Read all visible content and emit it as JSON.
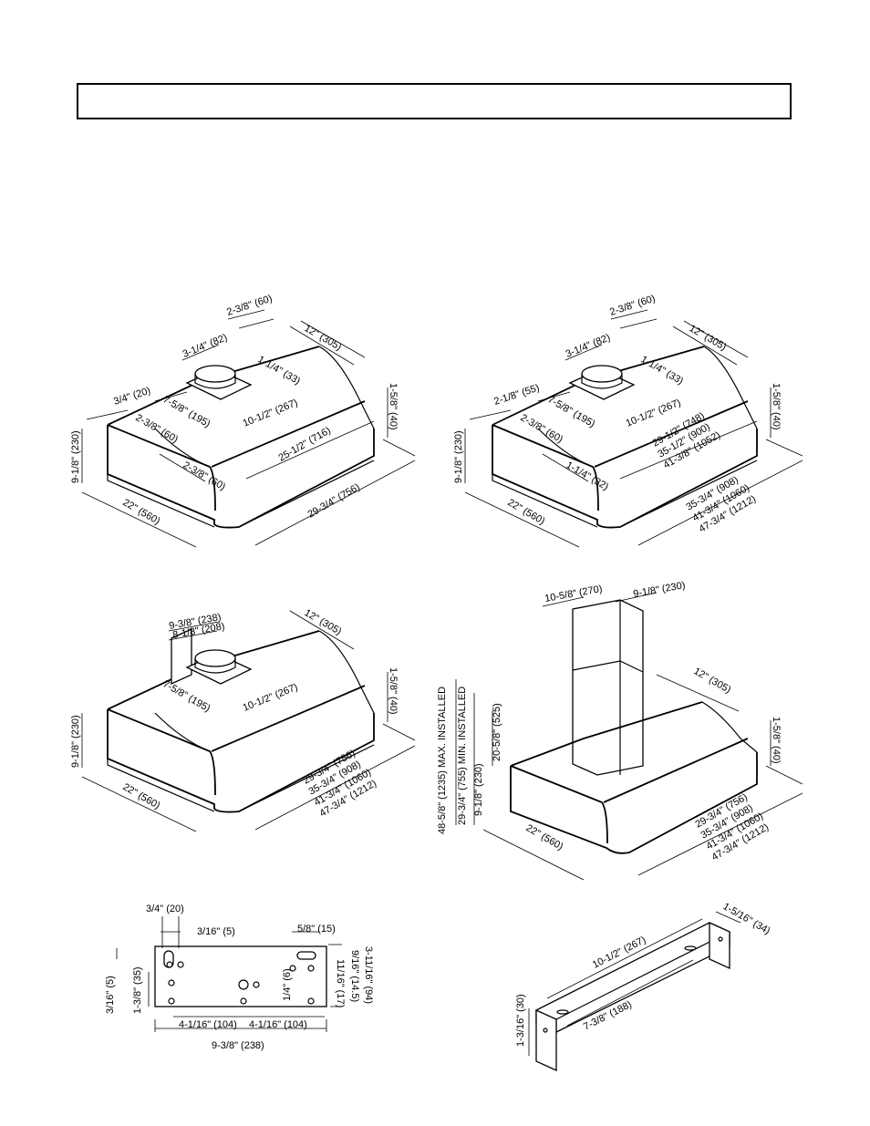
{
  "header": {
    "text": ""
  },
  "hood1": {
    "d1": "2-3/8\" (60)",
    "d2": "12\" (305)",
    "d3": "3-1/4\" (82)",
    "d4": "1-1/4\" (33)",
    "d5": "3/4\" (20)",
    "d6": "7-5/8\" (195)",
    "d7": "2-3/8\" (60)",
    "d8": "10-1/2\" (267)",
    "d9": "25-1/2\" (716)",
    "d10": "2-3/8\" (60)",
    "d11": "1-5/8\" (40)",
    "d12": "9-1/8\" (230)",
    "d13": "22\" (560)",
    "d14": "29-3/4\" (756)"
  },
  "hood2": {
    "d1": "2-3/8\" (60)",
    "d2": "12\" (305)",
    "d3": "3-1/4\" (82)",
    "d4": "1-1/4\" (33)",
    "d5": "2-1/8\" (55)",
    "d6": "7-5/8\" (195)",
    "d7": "2-3/8\" (60)",
    "d8": "10-1/2\" (267)",
    "d9a": "29-1/2\" (748)",
    "d9b": "35-1/2\" (900)",
    "d9c": "41-3/8\" (1052)",
    "d10": "1-1/4\" (32)",
    "d11": "1-5/8\" (40)",
    "d12": "9-1/8\" (230)",
    "d13": "22\" (560)",
    "d14a": "35-3/4\" (908)",
    "d14b": "41-3/4\" (1060)",
    "d14c": "47-3/4\" (1212)"
  },
  "hood3": {
    "d1": "9-3/8\" (238)",
    "d2": "8-1/8\" (208)",
    "d3": "12\" (305)",
    "d4": "7-5/8\" (195)",
    "d5": "10-1/2\" (267)",
    "d6": "1-5/8\" (40)",
    "d7": "9-1/8\" (230)",
    "d8": "22\" (560)",
    "d9a": "29-3/4\" (756)",
    "d9b": "35-3/4\" (908)",
    "d9c": "41-3/4\" (1060)",
    "d9d": "47-3/4\" (1212)"
  },
  "hood4": {
    "d1": "10-5/8\" (270)",
    "d2": "9-1/8\" (230)",
    "d3": "12\" (305)",
    "d4": "1-5/8\" (40)",
    "d5": "48-5/8\" (1235) MAX. INSTALLED",
    "d6": "29-3/4\" (755) MIN. INSTALLED",
    "d7": "20-5/8\" (525)",
    "d8": "9-1/8\" (230)",
    "d9": "22\" (560)",
    "d10a": "29-3/4\" (756)",
    "d10b": "35-3/4\" (908)",
    "d10c": "41-3/4\" (1060)",
    "d10d": "47-3/4\" (1212)"
  },
  "plate": {
    "d1": "3/4\" (20)",
    "d2": "3/16\" (5)",
    "d3": "5/8\" (15)",
    "d4": "3/16\" (5)",
    "d5": "1-3/8\" (35)",
    "d6": "1/4\" (6)",
    "d7": "9/16\" (14.5)",
    "d8": "11/16\" (17)",
    "d9": "3-11/16\" (94)",
    "d10": "4-1/16\" (104)",
    "d11": "4-1/16\" (104)",
    "d12": "9-3/8\" (238)"
  },
  "bracket": {
    "d1": "1-5/16\" (34)",
    "d2": "10-1/2\" (267)",
    "d3": "7-3/8\" (188)",
    "d4": "1-3/16\" (30)"
  }
}
